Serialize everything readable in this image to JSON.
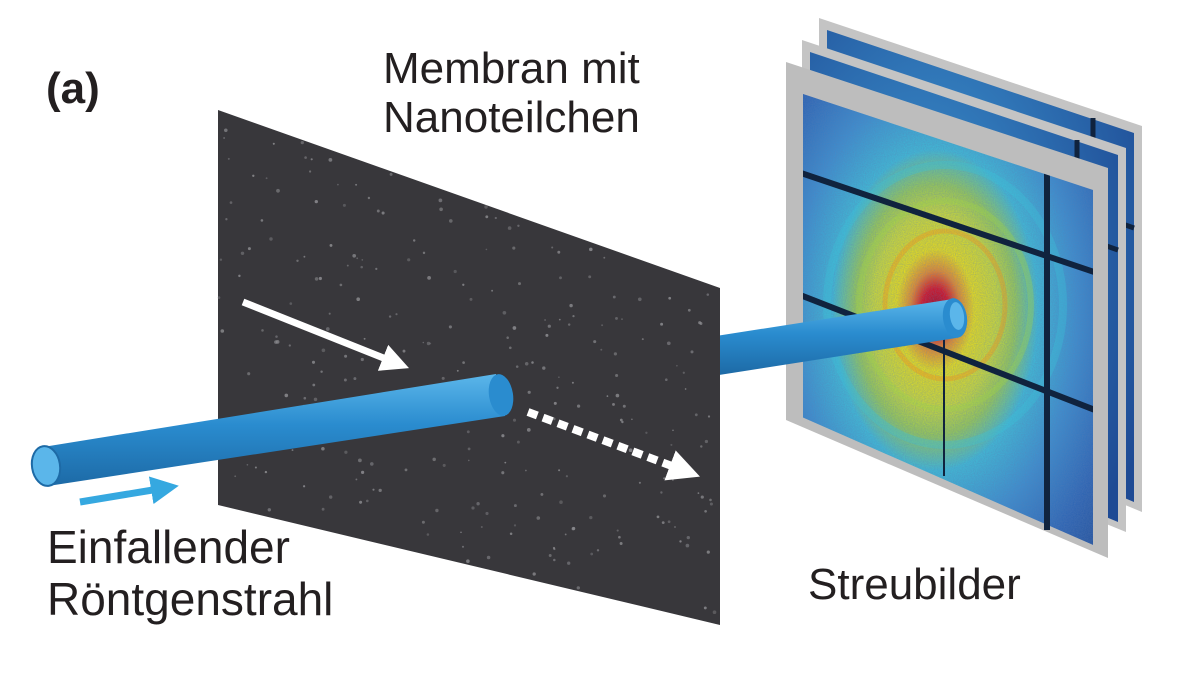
{
  "figure": {
    "panel_label": "(a)",
    "membrane_label": [
      "Membran mit",
      "Nanoteilchen"
    ],
    "incident_beam_label": [
      "Einfallender",
      "Röntgenstrahl"
    ],
    "detector_label": "Streubilder"
  },
  "colors": {
    "membrane": "#38373b",
    "beam": "#2a8ccf",
    "beam_highlight": "#5bb6ea",
    "beam_arrow": "#35a8e0",
    "frame": "#bdbdbd",
    "scatter_background": "#2a63b4",
    "ring_mid": "#3dbfd8",
    "ring_green": "#9ed04b",
    "ring_yellow": "#f6e60a",
    "ring_orange": "#f28a1d",
    "core_red": "#e30613",
    "grid_line": "#10233e",
    "direction_arrow": "#ffffff",
    "text": "#231f20"
  },
  "icons": {
    "incident_direction": "arrow-right-icon",
    "membrane_direction": "arrow-right-icon",
    "transmitted_direction": "dashed-arrow-right-icon"
  }
}
